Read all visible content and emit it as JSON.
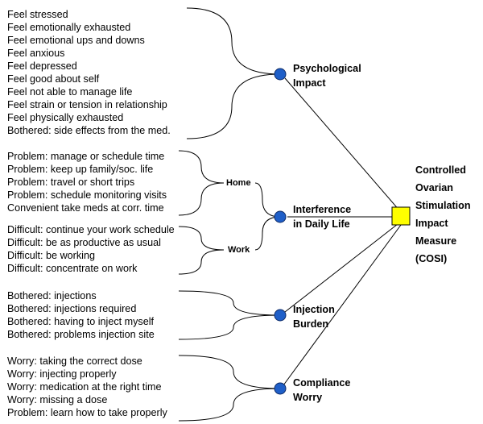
{
  "groups": [
    {
      "name": "Psychological Impact",
      "items": [
        "Feel stressed",
        "Feel emotionally exhausted",
        "Feel emotional ups and downs",
        "Feel anxious",
        "Feel depressed",
        "Feel good about self",
        "Feel not able to manage life",
        "Feel strain or tension in relationship",
        "Feel physically exhausted",
        "Bothered: side effects from the med."
      ]
    },
    {
      "name": "Interference in Daily Life",
      "subgroups": [
        {
          "name": "Home",
          "items": [
            "Problem: manage or schedule time",
            "Problem: keep up family/soc. life",
            "Problem: travel or short trips",
            "Problem: schedule monitoring visits",
            "Convenient take meds at corr. time"
          ]
        },
        {
          "name": "Work",
          "items": [
            "Difficult: continue your work schedule",
            "Difficult: be as productive as usual",
            "Difficult: be working",
            "Difficult: concentrate on work"
          ]
        }
      ]
    },
    {
      "name": "Injection Burden",
      "items": [
        "Bothered: injections",
        "Bothered: injections required",
        "Bothered: having to inject myself",
        "Bothered: problems injection site"
      ]
    },
    {
      "name": "Compliance Worry",
      "items": [
        "Worry: taking the correct dose",
        "Worry: injecting properly",
        "Worry: medication at the right time",
        "Worry: missing a dose",
        "Problem: learn how to take properly"
      ]
    }
  ],
  "dimension_labels": {
    "psych_line1": "Psychological",
    "psych_line2": "Impact",
    "interf_line1": "Interference",
    "interf_line2": "in Daily Life",
    "inj_line1": "Injection",
    "inj_line2": "Burden",
    "comp_line1": "Compliance",
    "comp_line2": "Worry"
  },
  "outcome": {
    "lines": [
      "Controlled",
      "Ovarian",
      "Stimulation",
      "Impact",
      "Measure",
      "(COSI)"
    ]
  },
  "colors": {
    "node_fill": "#1f5fc8",
    "node_stroke": "#0d2a66",
    "outcome_fill": "#ffff00",
    "outcome_stroke": "#000000",
    "line": "#000000"
  }
}
